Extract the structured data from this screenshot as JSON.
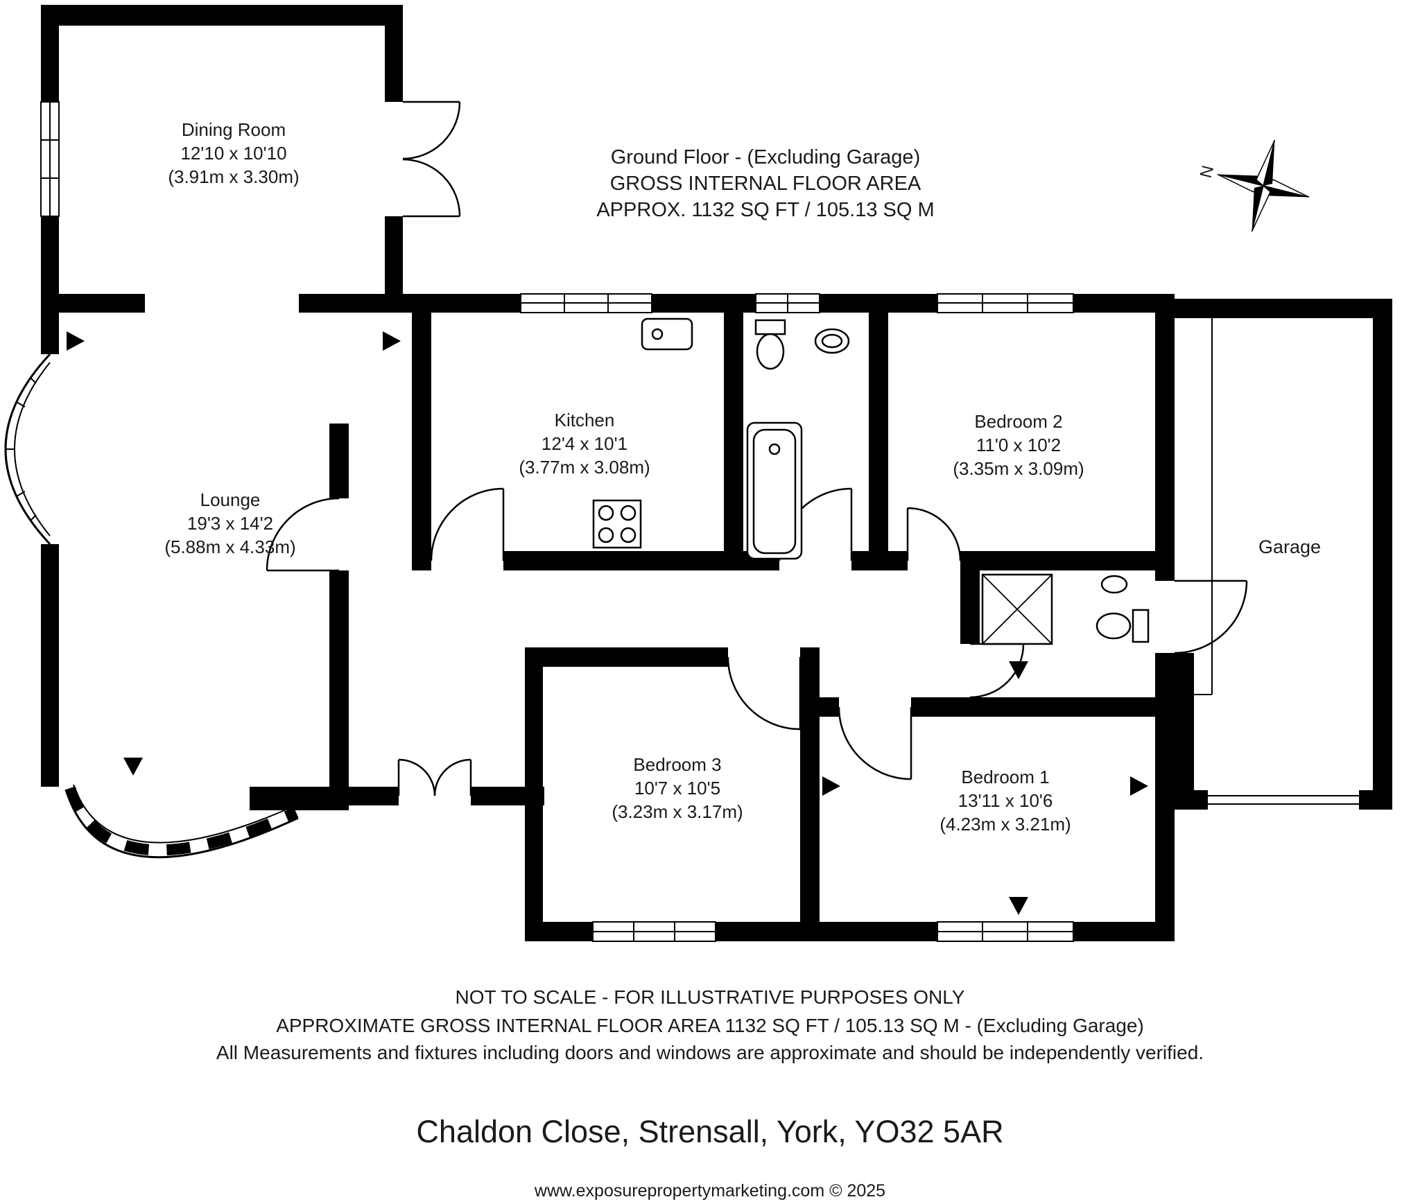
{
  "colors": {
    "background": "#ffffff",
    "walls": "#000000",
    "text": "#1a1a1a"
  },
  "header": {
    "line1": "Ground Floor - (Excluding Garage)",
    "line2": "GROSS INTERNAL FLOOR AREA",
    "line3": "APPROX. 1132 SQ FT / 105.13 SQ M"
  },
  "compass": {
    "label": "N"
  },
  "rooms": [
    {
      "name": "Dining Room",
      "dims_ft": "12'10 x 10'10",
      "dims_m": "(3.91m x 3.30m)"
    },
    {
      "name": "Lounge",
      "dims_ft": "19'3 x 14'2",
      "dims_m": "(5.88m x 4.33m)"
    },
    {
      "name": "Kitchen",
      "dims_ft": "12'4 x 10'1",
      "dims_m": "(3.77m x 3.08m)"
    },
    {
      "name": "Bedroom 2",
      "dims_ft": "11'0 x 10'2",
      "dims_m": "(3.35m x 3.09m)"
    },
    {
      "name": "Garage"
    },
    {
      "name": "Bedroom 3",
      "dims_ft": "10'7 x 10'5",
      "dims_m": "(3.23m x 3.17m)"
    },
    {
      "name": "Bedroom 1",
      "dims_ft": "13'11 x 10'6",
      "dims_m": "(4.23m x 3.21m)"
    }
  ],
  "fixtures": [
    "bathtub",
    "toilet",
    "basin",
    "shower",
    "hob",
    "sink"
  ],
  "footer": {
    "line1": "NOT TO SCALE - FOR ILLUSTRATIVE PURPOSES ONLY",
    "line2": "APPROXIMATE GROSS INTERNAL FLOOR AREA 1132 SQ FT / 105.13 SQ M - (Excluding Garage)",
    "line3": "All Measurements and fixtures including doors and windows are approximate and should be independently verified.",
    "address": "Chaldon Close, Strensall, York, YO32 5AR",
    "website": "www.exposurepropertymarketing.com © 2025"
  }
}
